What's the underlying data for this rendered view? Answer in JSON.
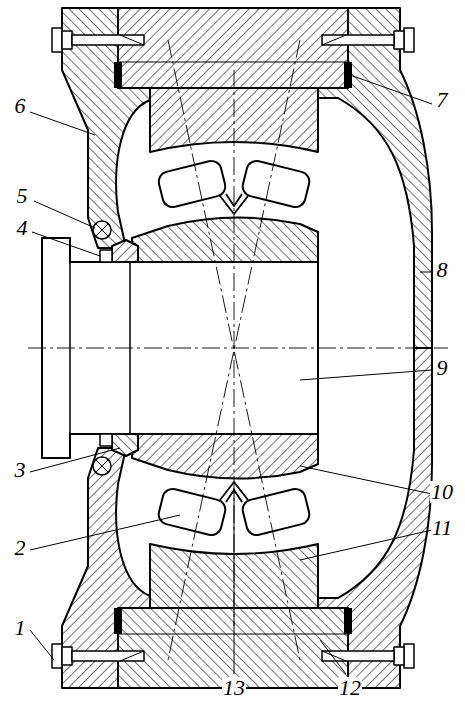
{
  "diagram": {
    "labels": [
      "6",
      "5",
      "4",
      "3",
      "2",
      "1",
      "13",
      "12",
      "11",
      "10",
      "9",
      "8",
      "7"
    ]
  }
}
